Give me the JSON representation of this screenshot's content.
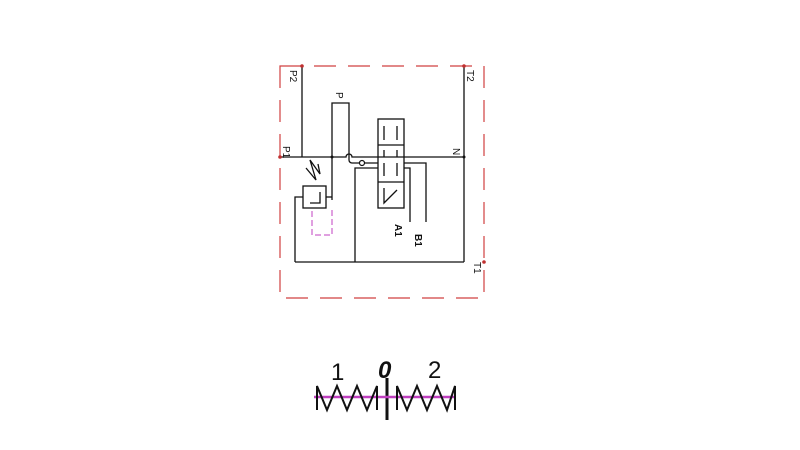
{
  "ports": {
    "p1": "P1",
    "p2": "P2",
    "p": "P",
    "t1": "T1",
    "t2": "T2",
    "n": "N",
    "a1": "A1",
    "b1": "B1"
  },
  "positions": {
    "one": "1",
    "zero": "0",
    "two": "2"
  },
  "colors": {
    "border": "#d04040",
    "line": "#111111",
    "pilot": "#c040c0"
  }
}
